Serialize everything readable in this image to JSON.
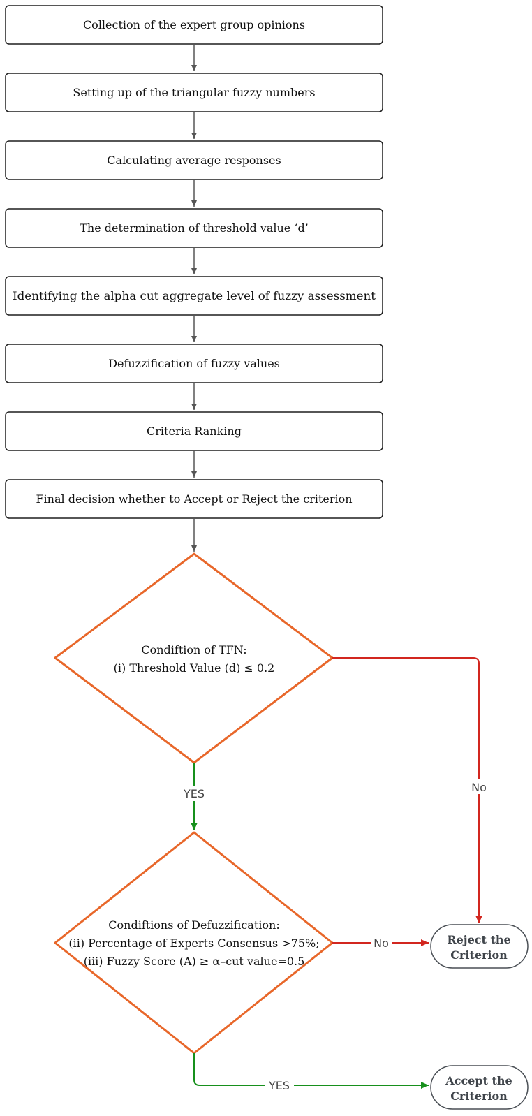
{
  "steps": [
    "Collection of the expert group opinions",
    "Setting up of the triangular fuzzy numbers",
    "Calculating average responses",
    "The determination of threshold value ‘d’",
    "Identifying the alpha cut aggregate level of fuzzy assessment",
    "Defuzzification of fuzzy values",
    "Criteria Ranking",
    "Final decision whether to Accept or Reject the criterion"
  ],
  "decision1": {
    "lines": [
      "Condiftion of TFN:",
      "(i) Threshold Value (d) ≤ 0.2"
    ]
  },
  "decision2": {
    "lines": [
      "Condiftions of Defuzzification:",
      "(ii) Percentage of Experts Consensus >75%;",
      "(iii) Fuzzy Score (A) ≥ α–cut value=0.5"
    ]
  },
  "edge_labels": {
    "d1_yes": "YES",
    "d1_no": "No",
    "d2_no": "No",
    "d2_yes": "YES"
  },
  "terminals": {
    "reject": [
      "Reject the",
      "Criterion"
    ],
    "accept": [
      "Accept the",
      "Criterion"
    ]
  },
  "colors": {
    "diamond_stroke": "#e8672a",
    "no_connector": "#d2261f",
    "yes_connector": "#17901c",
    "box_stroke": "#1f1f1f"
  }
}
